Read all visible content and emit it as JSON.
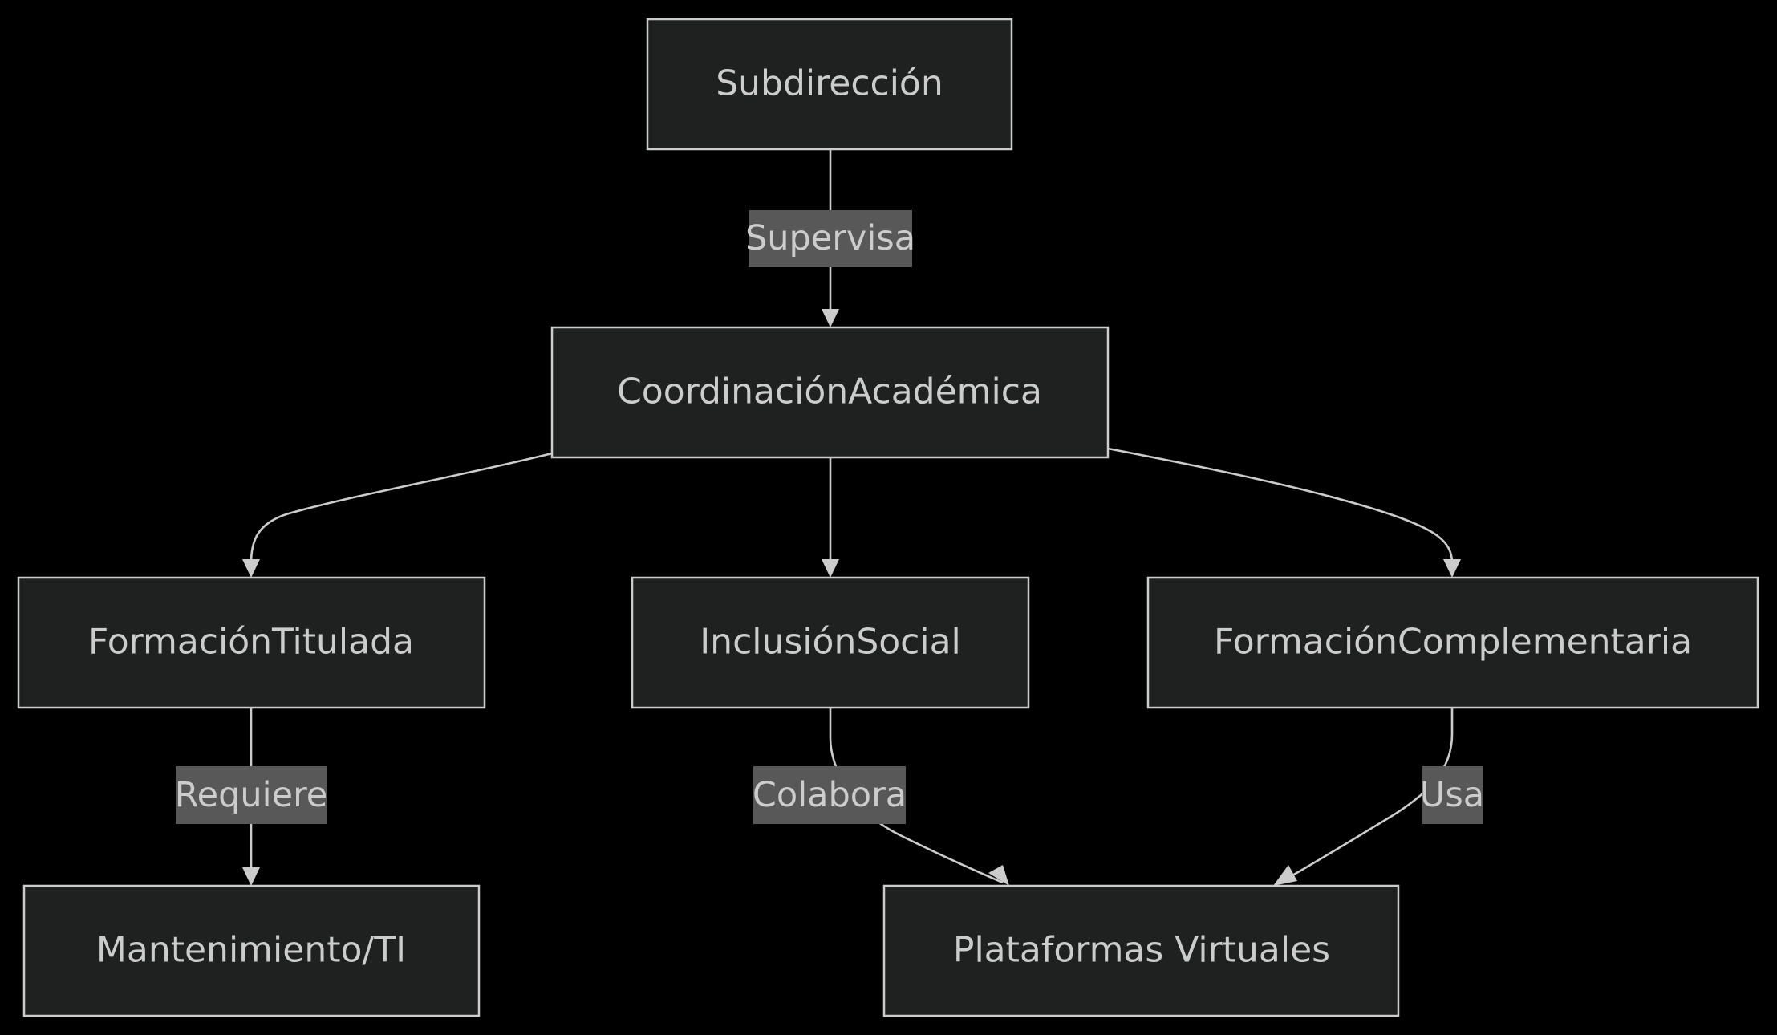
{
  "diagram": {
    "type": "flowchart",
    "colors": {
      "background": "#000000",
      "node_fill": "#1f2020",
      "node_border": "#cccccc",
      "text": "#cccccc",
      "edge": "#cccccc",
      "edge_label_bg": "#585858"
    },
    "nodes": {
      "subdireccion": "Subdirección",
      "coordinacion": "CoordinaciónAcadémica",
      "formacion_titulada": "FormaciónTitulada",
      "inclusion_social": "InclusiónSocial",
      "formacion_complementaria": "FormaciónComplementaria",
      "mantenimiento": "Mantenimiento/TI",
      "plataformas": "Plataformas Virtuales"
    },
    "edges": [
      {
        "from": "subdireccion",
        "to": "coordinacion",
        "label": "Supervisa"
      },
      {
        "from": "coordinacion",
        "to": "formacion_titulada",
        "label": ""
      },
      {
        "from": "coordinacion",
        "to": "inclusion_social",
        "label": ""
      },
      {
        "from": "coordinacion",
        "to": "formacion_complementaria",
        "label": ""
      },
      {
        "from": "formacion_titulada",
        "to": "mantenimiento",
        "label": "Requiere"
      },
      {
        "from": "inclusion_social",
        "to": "plataformas",
        "label": "Colabora"
      },
      {
        "from": "formacion_complementaria",
        "to": "plataformas",
        "label": "Usa"
      }
    ]
  }
}
